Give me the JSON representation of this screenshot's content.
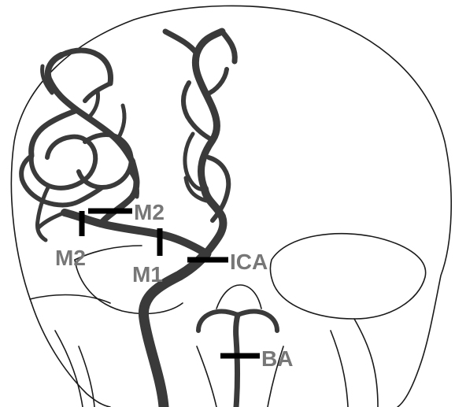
{
  "figure": {
    "labels": {
      "m2_upper": "M2",
      "m2_lower": "M2",
      "m1": "M1",
      "ica": "ICA",
      "ba": "BA"
    }
  }
}
